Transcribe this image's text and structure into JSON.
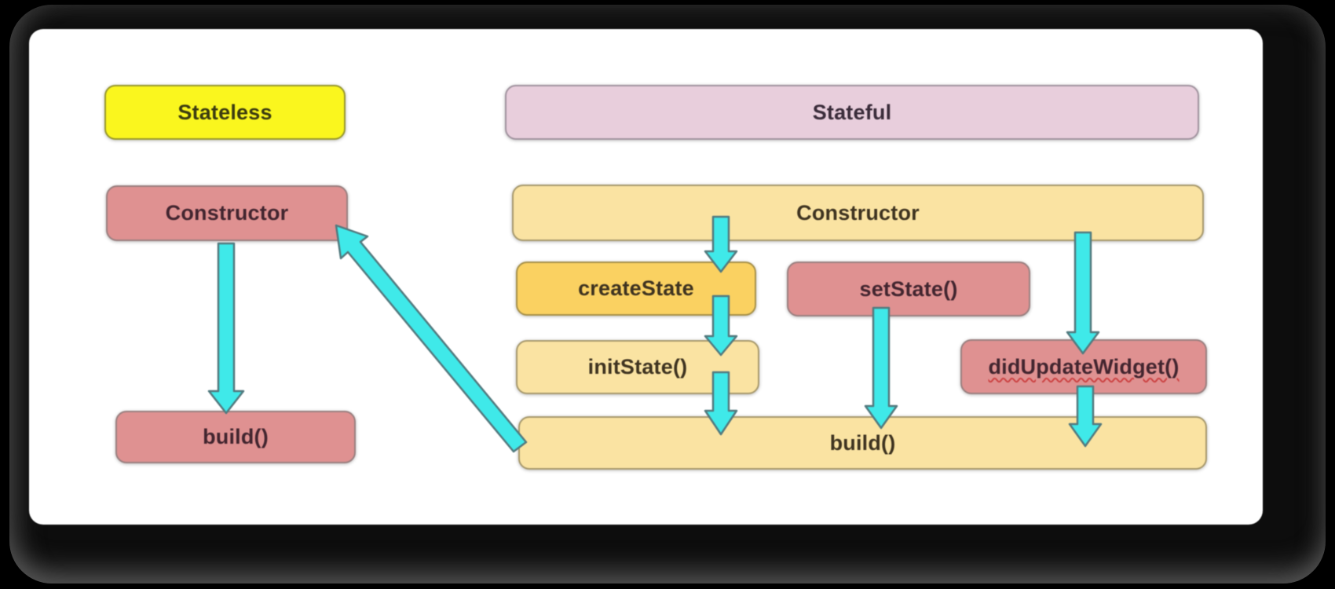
{
  "diagram": {
    "type": "flowchart",
    "subject": "widget-lifecycle",
    "nodes": [
      {
        "id": "stateless",
        "label": "Stateless",
        "group": "stateless",
        "fill": "#faf61e"
      },
      {
        "id": "constructor-stateless",
        "label": "Constructor",
        "group": "stateless",
        "fill": "#df9191"
      },
      {
        "id": "build-stateless",
        "label": "build()",
        "group": "stateless",
        "fill": "#df9191"
      },
      {
        "id": "stateful",
        "label": "Stateful",
        "group": "stateful",
        "fill": "#e8cedc"
      },
      {
        "id": "constructor-stateful",
        "label": "Constructor",
        "group": "stateful",
        "fill": "#fae3a2"
      },
      {
        "id": "createstate",
        "label": "createState",
        "group": "stateful",
        "fill": "#fad161"
      },
      {
        "id": "setstate",
        "label": "setState()",
        "group": "stateful",
        "fill": "#df9191"
      },
      {
        "id": "initstate",
        "label": "initState()",
        "group": "stateful",
        "fill": "#fae3a2"
      },
      {
        "id": "didupdatewidget",
        "label": "didUpdateWidget()",
        "group": "stateful",
        "fill": "#df9191"
      },
      {
        "id": "build-stateful",
        "label": "build()",
        "group": "stateful",
        "fill": "#fae3a2"
      }
    ],
    "edges": [
      {
        "from": "constructor-stateless",
        "to": "build-stateless"
      },
      {
        "from": "constructor-stateful",
        "to": "createstate"
      },
      {
        "from": "createstate",
        "to": "initstate"
      },
      {
        "from": "initstate",
        "to": "build-stateful"
      },
      {
        "from": "setstate",
        "to": "build-stateful"
      },
      {
        "from": "constructor-stateful",
        "to": "didupdatewidget"
      },
      {
        "from": "didupdatewidget",
        "to": "build-stateful"
      },
      {
        "from": "build-stateful",
        "to": "constructor-stateless"
      }
    ],
    "colors": {
      "arrow_fill": "#3fe9e9",
      "arrow_outline": "#527a7f",
      "canvas": "#ffffff",
      "frame": "#0d0d0d",
      "background": "#000000"
    }
  }
}
